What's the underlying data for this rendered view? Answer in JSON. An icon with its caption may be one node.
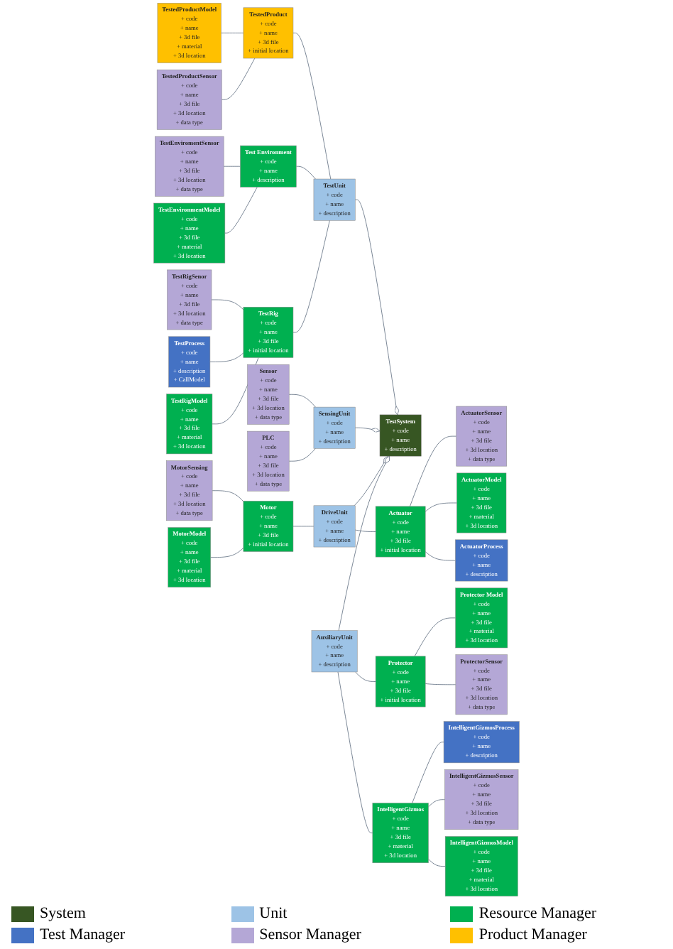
{
  "diagram": {
    "nodes": [
      {
        "text": [
          "TestRigSenor",
          "+ code",
          "+ name",
          "+ 3d file",
          "+ 3d location",
          "+ data type"
        ]
      },
      {
        "text": [
          "TestedProductModel",
          "+ code",
          "+ name",
          "+ 3d file",
          "+ material",
          "+ 3d location"
        ]
      },
      {
        "text": [
          "TestedProductSensor",
          "+ code",
          "+ name",
          "+ 3d file",
          "+ 3d location",
          "+ data type"
        ]
      },
      {
        "text": [
          "TestEnviromentSensor",
          "+ code",
          "+ name",
          "+ 3d file",
          "+ 3d location",
          "+ data type"
        ]
      },
      {
        "text": [
          "TestEnvironmentModel",
          "+ code",
          "+ name",
          "+ 3d file",
          "+ material",
          "+ 3d location"
        ]
      },
      {
        "text": [
          "TestProcess",
          "+ code",
          "+ name",
          "+ description",
          "+ CallModel"
        ]
      },
      {
        "text": [
          "TestRigModel",
          "+ code",
          "+ name",
          "+ 3d file",
          "+ material",
          "+ 3d location"
        ]
      },
      {
        "text": [
          "TestedProduct",
          "+ code",
          "+ name",
          "+ 3d file",
          "+ initial location"
        ]
      },
      {
        "text": [
          "Test Environment",
          "+ code",
          "+ name",
          "+ description"
        ]
      },
      {
        "text": [
          "MotorSensing",
          "+ code",
          "+ name",
          "+ 3d file",
          "+ 3d location",
          "+ data type"
        ]
      },
      {
        "text": [
          "MotorModel",
          "+ code",
          "+ name",
          "+ 3d file",
          "+ material",
          "+ 3d location"
        ]
      },
      {
        "text": [
          "Sensor",
          "+ code",
          "+ name",
          "+ 3d file",
          "+ 3d location",
          "+ data type"
        ]
      },
      {
        "text": [
          "TestRig",
          "+ code",
          "+ name",
          "+ 3d file",
          "+ initial location"
        ]
      },
      {
        "text": [
          "TestUnit",
          "+ code",
          "+ name",
          "+ description"
        ]
      },
      {
        "text": [
          "Motor",
          "+ code",
          "+ name",
          "+ 3d file",
          "+ initial location"
        ]
      },
      {
        "text": [
          "ActuatorSensor",
          "+ code",
          "+ name",
          "+ 3d file",
          "+ 3d location",
          "+ data type"
        ]
      },
      {
        "text": [
          "ActuatorModel",
          "+ code",
          "+ name",
          "+ 3d file",
          "+ material",
          "+ 3d location"
        ]
      },
      {
        "text": [
          "PLC",
          "+ code",
          "+ name",
          "+ 3d file",
          "+ 3d location",
          "+ data type"
        ]
      },
      {
        "text": [
          "SensingUnit",
          "+ code",
          "+ name",
          "+ description"
        ]
      },
      {
        "text": [
          "TestSystem",
          "+ code",
          "+ name",
          "+ description"
        ]
      },
      {
        "text": [
          "DriveUnit",
          "+ code",
          "+ name",
          "+ description"
        ]
      },
      {
        "text": [
          "Actuator",
          "+ code",
          "+ name",
          "+ 3d file",
          "+ initial location"
        ]
      },
      {
        "text": [
          "ActuatorProcess",
          "+ code",
          "+ name",
          "+ description"
        ]
      },
      {
        "text": [
          "Protector Model",
          "+ code",
          "+ name",
          "+ 3d file",
          "+ material",
          "+ 3d location"
        ]
      },
      {
        "text": [
          "Protector",
          "+ code",
          "+ name",
          "+ 3d file",
          "+ initial location"
        ]
      },
      {
        "text": [
          "AuxiliaryUnit",
          "+ code",
          "+ name",
          "+ description"
        ]
      },
      {
        "text": [
          "IntelligentGizmos",
          "+ code",
          "+ name",
          "+ 3d file",
          "+ material",
          "+ 3d location"
        ]
      },
      {
        "text": [
          "IntelligentGizmosProcess",
          "+ code",
          "+ name",
          "+ description"
        ]
      },
      {
        "text": [
          "ProtectorSensor",
          "+ code",
          "+ name",
          "+ 3d file",
          "+ 3d location",
          "+ data type"
        ]
      },
      {
        "text": [
          "IntelligentGizmosSensor",
          "+ code",
          "+ name",
          "+ 3d file",
          "+ 3d location",
          "+ data type"
        ]
      },
      {
        "text": [
          "IntelligentGizmosModel",
          "+ code",
          "+ name",
          "+ 3d file",
          "+ material",
          "+ 3d location"
        ]
      }
    ],
    "edges": [
      {
        "from": 0,
        "to": 12,
        "arrow": "none"
      },
      {
        "from": 5,
        "to": 12,
        "arrow": "none"
      },
      {
        "from": 6,
        "to": 12,
        "arrow": "none"
      },
      {
        "from": 1,
        "to": 7,
        "arrow": "none"
      },
      {
        "from": 2,
        "to": 7,
        "arrow": "none"
      },
      {
        "from": 3,
        "to": 8,
        "arrow": "none"
      },
      {
        "from": 4,
        "to": 8,
        "arrow": "none"
      },
      {
        "from": 7,
        "to": 13,
        "arrow": "none"
      },
      {
        "from": 8,
        "to": 13,
        "arrow": "none"
      },
      {
        "from": 12,
        "to": 13,
        "arrow": "none"
      },
      {
        "from": 9,
        "to": 14,
        "arrow": "none"
      },
      {
        "from": 10,
        "to": 14,
        "arrow": "none"
      },
      {
        "from": 13,
        "to": 19,
        "arrow": "other"
      },
      {
        "from": 11,
        "to": 18,
        "arrow": "none"
      },
      {
        "from": 17,
        "to": 18,
        "arrow": "none"
      },
      {
        "from": 14,
        "to": 20,
        "arrow": "none"
      },
      {
        "from": 18,
        "to": 19,
        "arrow": "other"
      },
      {
        "from": 20,
        "to": 19,
        "arrow": "other"
      },
      {
        "from": 20,
        "to": 21,
        "arrow": "none"
      },
      {
        "from": 21,
        "to": 15,
        "arrow": "none"
      },
      {
        "from": 21,
        "to": 16,
        "arrow": "none"
      },
      {
        "from": 21,
        "to": 22,
        "arrow": "none"
      },
      {
        "from": 25,
        "to": 19,
        "arrow": "other"
      },
      {
        "from": 25,
        "to": 24,
        "arrow": "none"
      },
      {
        "from": 25,
        "to": 26,
        "arrow": "none"
      },
      {
        "from": 24,
        "to": 23,
        "arrow": "none"
      },
      {
        "from": 24,
        "to": 28,
        "arrow": "none"
      },
      {
        "from": 26,
        "to": 27,
        "arrow": "none"
      },
      {
        "from": 26,
        "to": 29,
        "arrow": "none"
      },
      {
        "from": 26,
        "to": 30,
        "arrow": "none"
      }
    ],
    "legend": [
      {
        "text": "System",
        "color": "#375623"
      },
      {
        "text": "Unit",
        "color": "#9dc3e6"
      },
      {
        "text": "Resource Manager",
        "color": "#00b050"
      },
      {
        "text": "Test Manager",
        "color": "#4472c4"
      },
      {
        "text": "Sensor Manager",
        "color": "#b4a7d6"
      },
      {
        "text": "Product Manager",
        "color": "#ffc000"
      }
    ]
  }
}
